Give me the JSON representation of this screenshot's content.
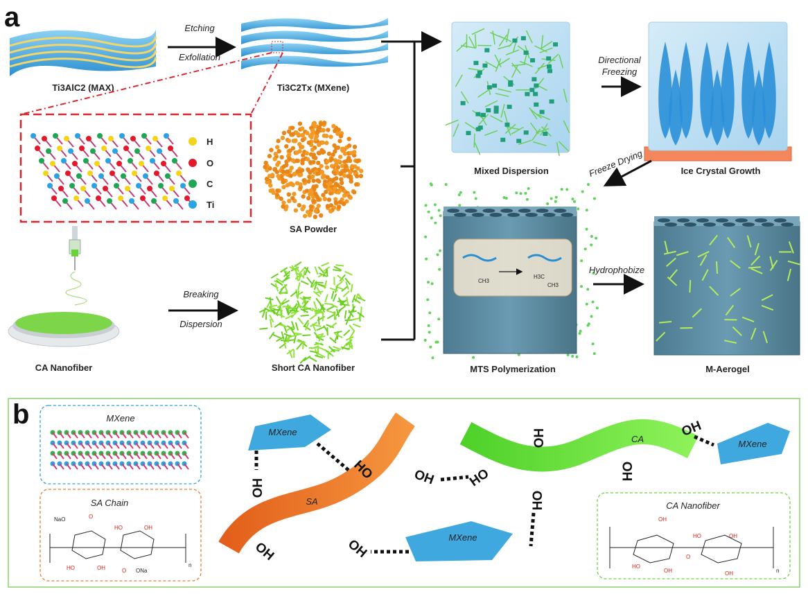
{
  "panel_a": {
    "letter": "a",
    "max_label": "Ti3AlC2 (MAX)",
    "mxene_label": "Ti3C2Tx (MXene)",
    "etching": "Etching",
    "exfoliation": "Exfollation",
    "legend": [
      {
        "symbol": "H",
        "color": "#f2d51b"
      },
      {
        "symbol": "O",
        "color": "#e01a2a"
      },
      {
        "symbol": "C",
        "color": "#1fa653"
      },
      {
        "symbol": "Ti",
        "color": "#2aa3e0"
      }
    ],
    "sa_powder": "SA Powder",
    "ca_nanofiber": "CA Nanofiber",
    "breaking": "Breaking",
    "dispersion": "Dispersion",
    "short_ca": "Short CA Nanofiber",
    "mixed_dispersion": "Mixed Dispersion",
    "directional": "Directional",
    "freezing": "Freezing",
    "ice_crystal": "Ice Crystal Growth",
    "freeze_drying": "Freeze  Drying",
    "mts": "MTS Polymerization",
    "hydrophobize": "Hydrophobize",
    "m_aerogel": "M-Aerogel"
  },
  "panel_b": {
    "letter": "b",
    "mxene_box": "MXene",
    "sa_chain_box": "SA Chain",
    "ca_box": "CA Nanofiber",
    "sa_label": "SA",
    "ca_label": "CA",
    "mxene_sheet": "MXene",
    "oh": "OH",
    "ho": "HO",
    "chem_naoo": "NaO",
    "chem_o": "O",
    "chem_ho": "HO",
    "chem_oh": "OH",
    "chem_ona": "ONa",
    "chem_n": "n"
  },
  "colors": {
    "mxene_blue": "#3fa9df",
    "sa_orange": "#f07a2a",
    "ca_green": "#7ed321",
    "red_dash": "#d8262c",
    "panel_b_border": "#8ccf6e",
    "aerogel": "#5a8aa0"
  }
}
